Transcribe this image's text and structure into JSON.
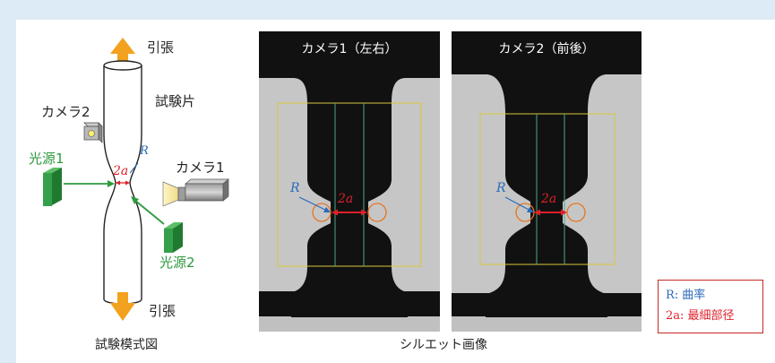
{
  "schematic": {
    "pull_top": "引張",
    "pull_bottom": "引張",
    "specimen": "試験片",
    "camera2": "カメラ2",
    "camera1": "カメラ1",
    "light1": "光源1",
    "light2": "光源2",
    "r_symbol": "R",
    "diameter_label": "2a",
    "caption": "試験模式図"
  },
  "photos": {
    "left_title": "カメラ1（左右）",
    "right_title": "カメラ2（前後）",
    "left_r": "R",
    "left_2a": "2a",
    "right_r": "R",
    "right_2a": "2a",
    "caption": "シルエット画像"
  },
  "legend": {
    "r_line": "R:  曲率",
    "a_line": "2a:  最細部径"
  },
  "colors": {
    "arrow_orange": "#f2a21e",
    "green": "#2e9a3e",
    "red": "#e0202a",
    "blue": "#2a6ab8",
    "frame_bg": "#dcebf5"
  }
}
